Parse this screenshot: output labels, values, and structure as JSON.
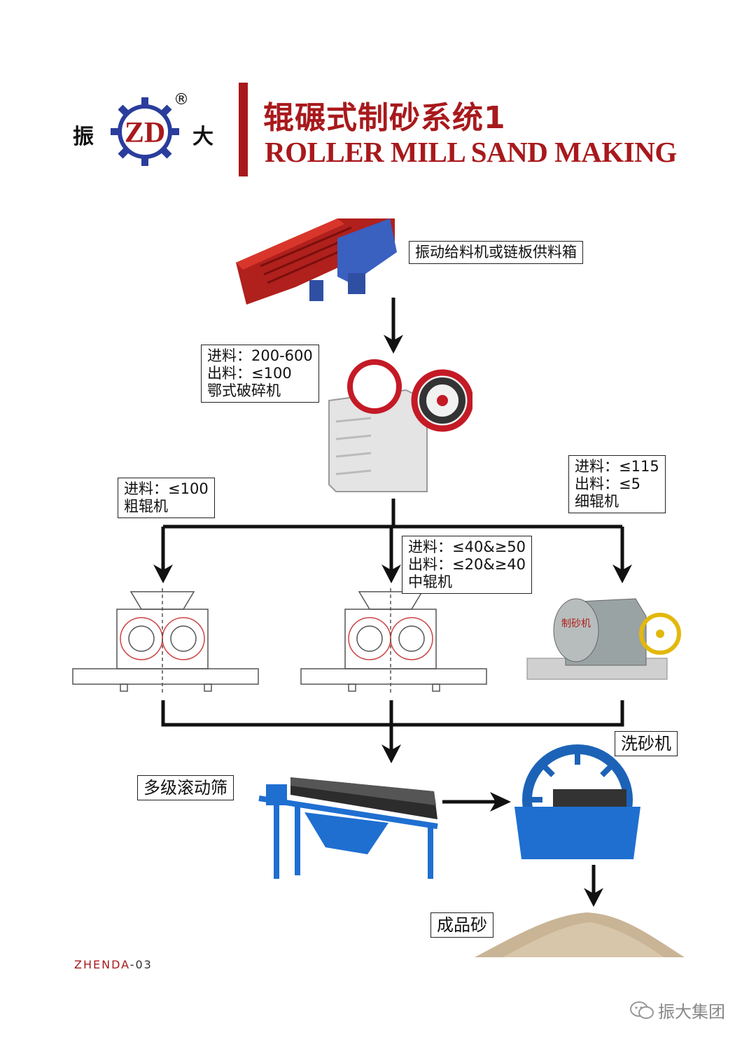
{
  "brand": {
    "left_char": "振",
    "logo_letters": "ZD",
    "right_char": "大",
    "registered_mark": "®",
    "accent_color": "#a8191c",
    "gear_color": "#2a3d9c"
  },
  "title": {
    "cn": "辊碾式制砂系统1",
    "en": "ROLLER MILL SAND MAKING"
  },
  "labels": {
    "feeder": [
      "振动给料机或链板供料箱"
    ],
    "jaw": [
      "进料：200-600",
      "出料：≤100",
      "鄂式破碎机"
    ],
    "coarse": [
      "进料：≤100",
      "粗辊机"
    ],
    "medium": [
      "进料：≤40&≥50",
      "出料：≤20&≥40",
      "中辊机"
    ],
    "fine": [
      "进料：≤115",
      "出料：≤5",
      "细辊机"
    ],
    "washer": [
      "洗砂机"
    ],
    "screen": [
      "多级滚动筛"
    ],
    "product": [
      "成品砂"
    ]
  },
  "footer": {
    "page_prefix": "ZHENDA",
    "page_suffix": "-03",
    "wechat": "振大集团"
  }
}
